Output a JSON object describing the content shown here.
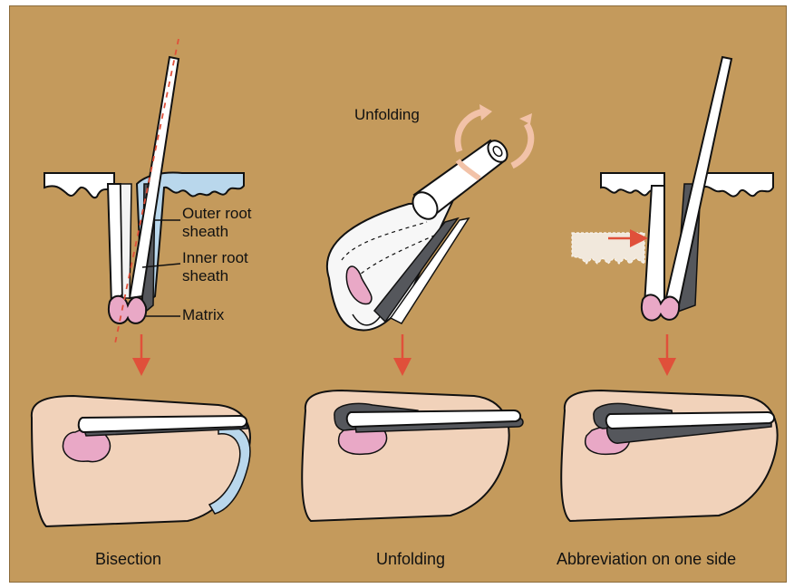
{
  "labels": {
    "outer_root_sheath": [
      "Outer root",
      "sheath"
    ],
    "inner_root_sheath": [
      "Inner root",
      "sheath"
    ],
    "matrix": "Matrix",
    "unfolding_top": "Unfolding"
  },
  "captions": {
    "left": "Bisection",
    "middle": "Unfolding",
    "right": "Abbreviation on one side"
  },
  "colors": {
    "background": "#c49a5c",
    "skin": "#f1d2ba",
    "pink": "#e9a8c6",
    "sheath_blue": "#b9d7ec",
    "dark_sheath": "#55575c",
    "arrow": "#e0503a"
  }
}
